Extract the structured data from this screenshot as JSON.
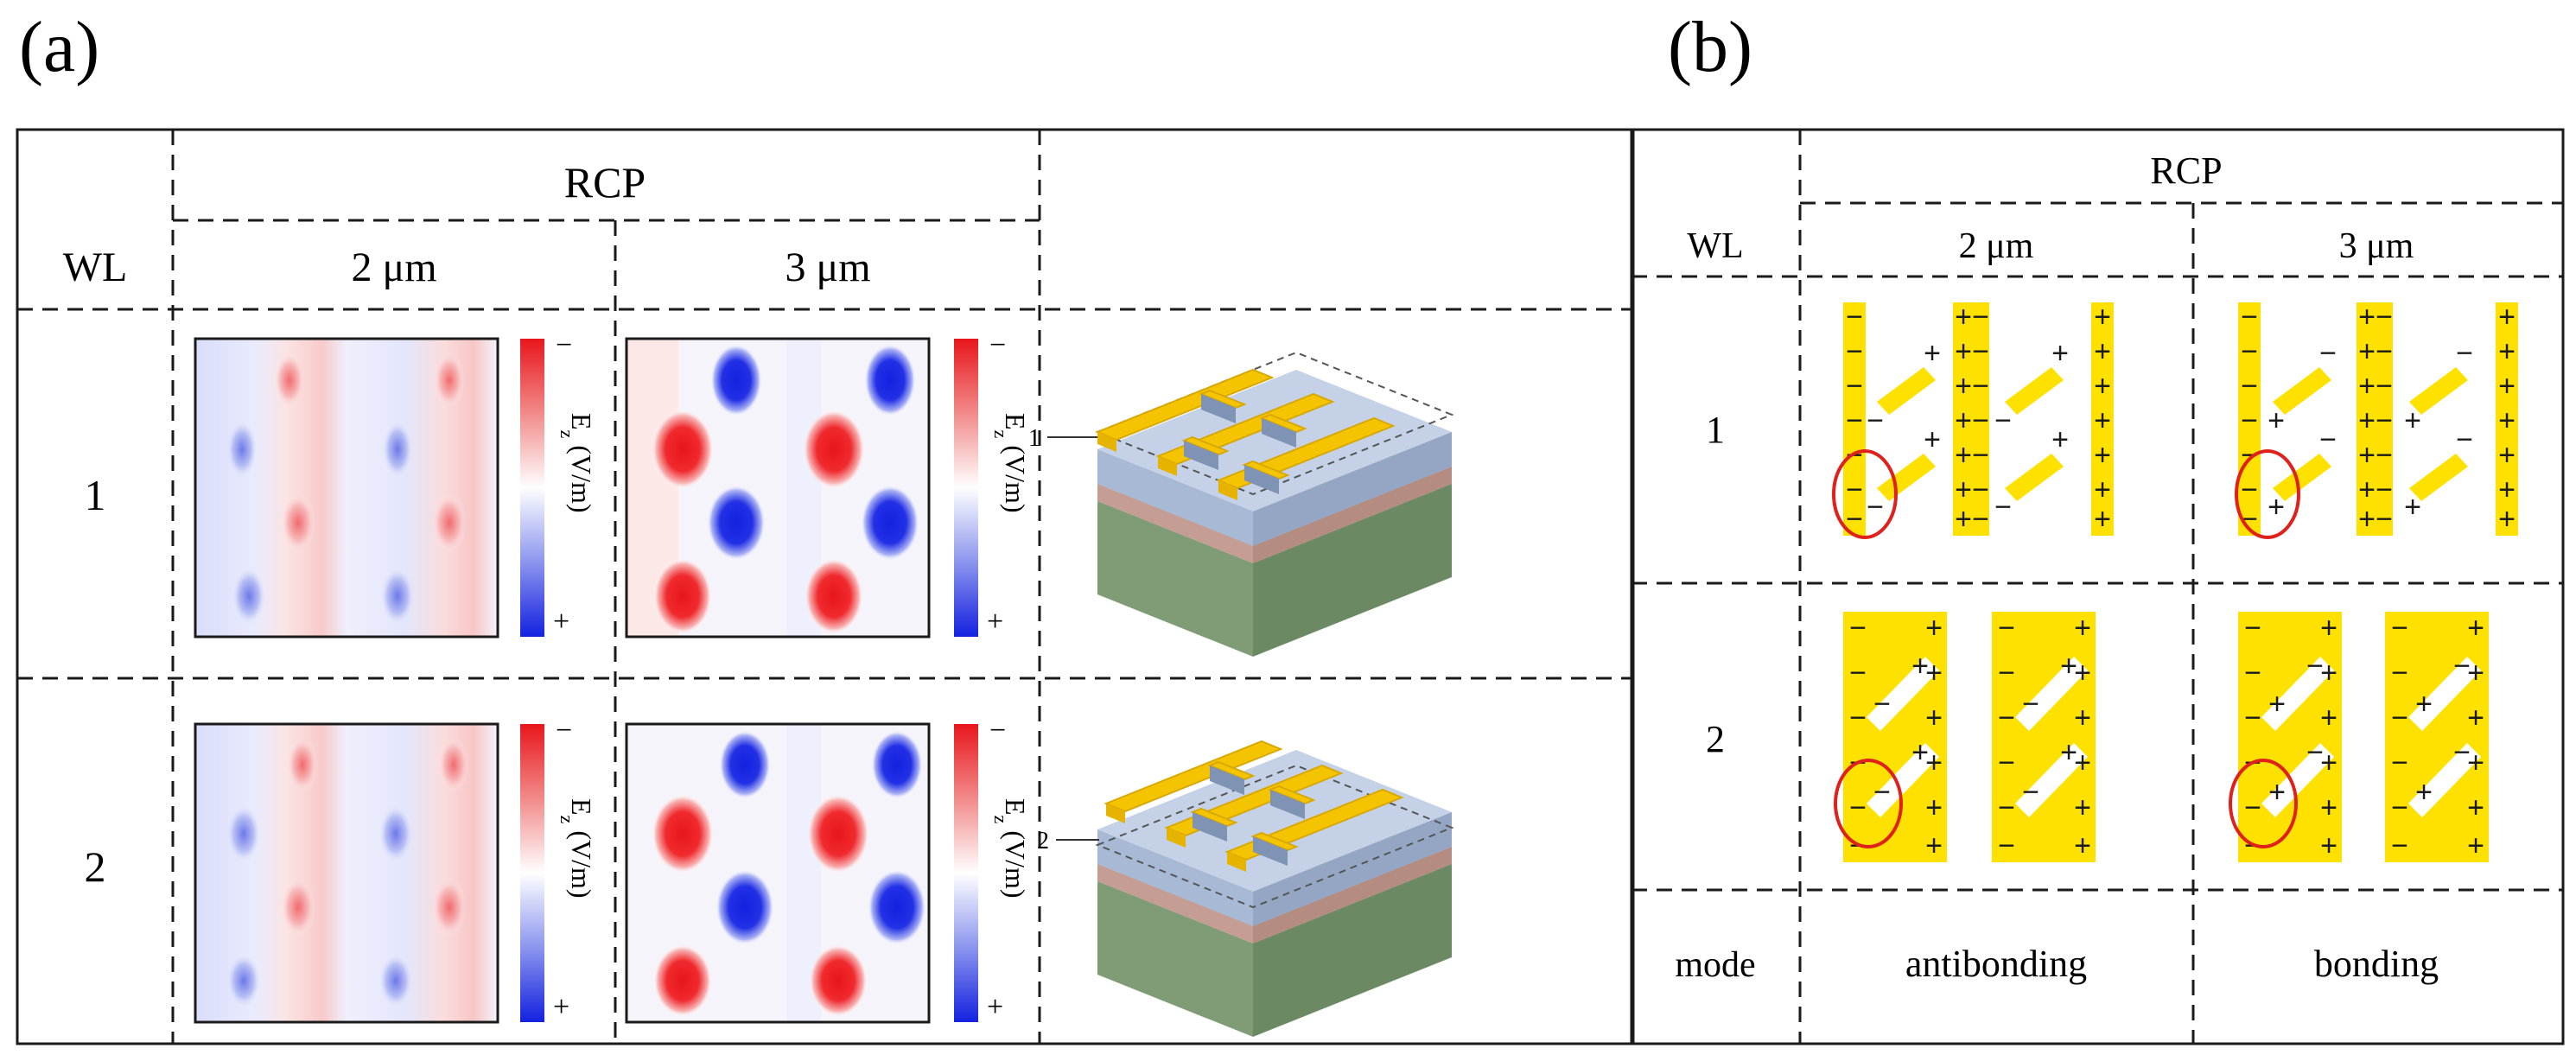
{
  "panel_a": {
    "label": "(a)",
    "header": "RCP",
    "col_wl": "WL",
    "col_2": "2 μm",
    "col_3": "3 μm",
    "row_1": "1",
    "row_2": "2",
    "colorbar_label": "E",
    "colorbar_sub": "z",
    "colorbar_unit": " (V/m)",
    "colorbar_top": "−",
    "colorbar_bottom": "+",
    "layer_1": "1",
    "layer_2": "2",
    "colors": {
      "red": "#e8212b",
      "blue": "#1f2ddd",
      "gold": "#f5c400",
      "blue_layer": "#aebfd8",
      "pink_layer": "#c8a39a",
      "green_layer": "#7a9a72"
    }
  },
  "panel_b": {
    "label": "(b)",
    "header": "RCP",
    "col_wl": "WL",
    "col_2": "2 μm",
    "col_3": "3 μm",
    "row_1": "1",
    "row_2": "2",
    "row_mode": "mode",
    "mode_2": "antibonding",
    "mode_3": "bonding",
    "plus": "+",
    "minus": "−",
    "colors": {
      "gold": "#ffe100",
      "circle": "#e0201a"
    }
  }
}
